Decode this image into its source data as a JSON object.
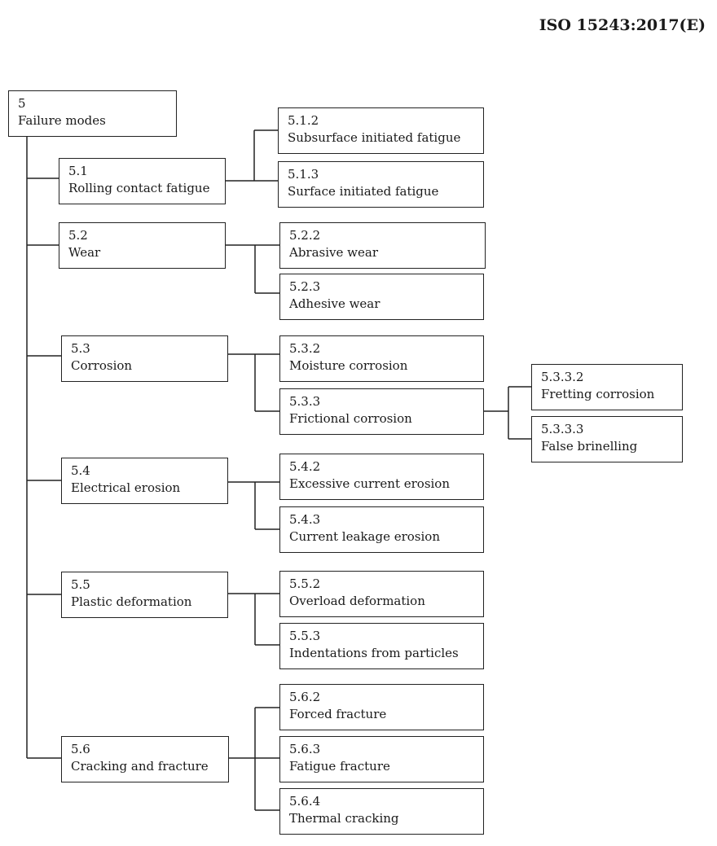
{
  "header": "ISO 15243:2017(E)",
  "root": {
    "code": "5",
    "label": "Failure modes"
  },
  "modes": [
    {
      "code": "5.1",
      "label": "Rolling contact fatigue",
      "children": [
        {
          "code": "5.1.2",
          "label": "Subsurface initiated fatigue"
        },
        {
          "code": "5.1.3",
          "label": "Surface initiated fatigue"
        }
      ]
    },
    {
      "code": "5.2",
      "label": "Wear",
      "children": [
        {
          "code": "5.2.2",
          "label": "Abrasive wear"
        },
        {
          "code": "5.2.3",
          "label": "Adhesive wear"
        }
      ]
    },
    {
      "code": "5.3",
      "label": "Corrosion",
      "children": [
        {
          "code": "5.3.2",
          "label": "Moisture corrosion"
        },
        {
          "code": "5.3.3",
          "label": "Frictional corrosion",
          "children": [
            {
              "code": "5.3.3.2",
              "label": "Fretting corrosion"
            },
            {
              "code": "5.3.3.3",
              "label": "False brinelling"
            }
          ]
        }
      ]
    },
    {
      "code": "5.4",
      "label": "Electrical erosion",
      "children": [
        {
          "code": "5.4.2",
          "label": "Excessive current erosion"
        },
        {
          "code": "5.4.3",
          "label": "Current leakage erosion"
        }
      ]
    },
    {
      "code": "5.5",
      "label": "Plastic deformation",
      "children": [
        {
          "code": "5.5.2",
          "label": "Overload deformation"
        },
        {
          "code": "5.5.3",
          "label": "Indentations from particles"
        }
      ]
    },
    {
      "code": "5.6",
      "label": "Cracking and fracture",
      "children": [
        {
          "code": "5.6.2",
          "label": "Forced fracture"
        },
        {
          "code": "5.6.3",
          "label": "Fatigue fracture"
        },
        {
          "code": "5.6.4",
          "label": "Thermal cracking"
        }
      ]
    }
  ]
}
